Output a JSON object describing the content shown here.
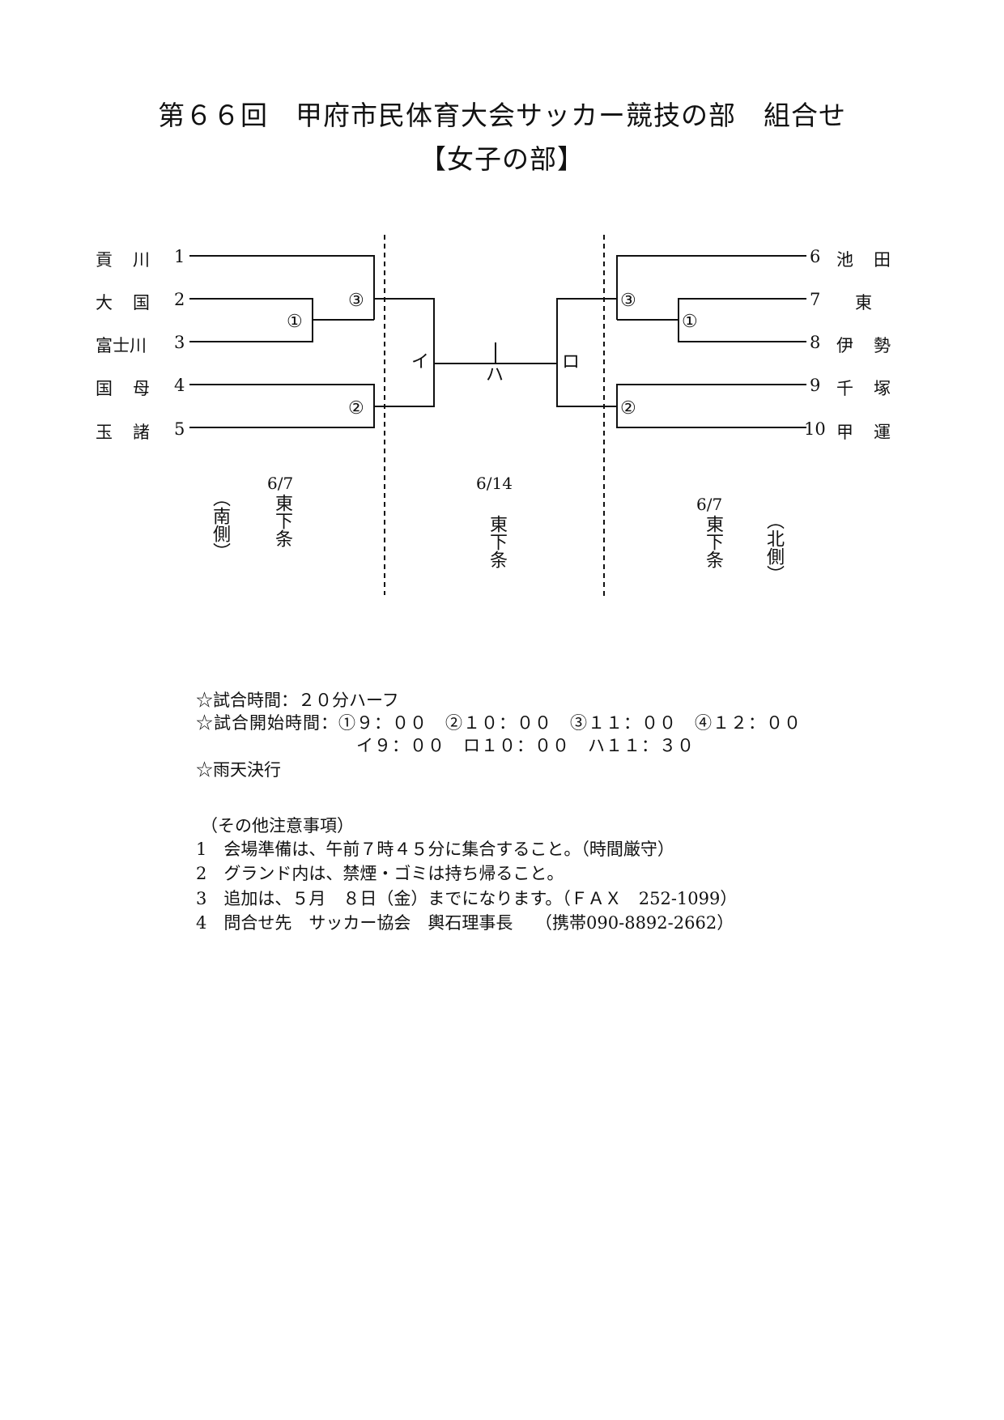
{
  "header": {
    "title": "第６６回　甲府市民体育大会サッカー競技の部　組合せ",
    "subtitle": "【女子の部】"
  },
  "bracket": {
    "left_teams": [
      {
        "name": "貢　川",
        "seed": "1"
      },
      {
        "name": "大　国",
        "seed": "2"
      },
      {
        "name": "富士川",
        "seed": "3"
      },
      {
        "name": "国　母",
        "seed": "4"
      },
      {
        "name": "玉　諸",
        "seed": "5"
      }
    ],
    "right_teams": [
      {
        "seed": "6",
        "name": "池　田"
      },
      {
        "seed": "7",
        "name": "　東"
      },
      {
        "seed": "8",
        "name": "伊　勢"
      },
      {
        "seed": "9",
        "name": "千　塚"
      },
      {
        "seed": "10",
        "name": "甲　運"
      }
    ],
    "match_labels": {
      "m1": "①",
      "m2": "②",
      "m3": "③",
      "i": "イ",
      "ro": "ロ",
      "ha": "ハ"
    },
    "venues": {
      "left_date": "6/7",
      "left_venue": "東下条",
      "left_side": "（南側）",
      "center_date": "6/14",
      "center_venue": "東下条",
      "right_date": "6/7",
      "right_venue": "東下条",
      "right_side": "（北側）"
    }
  },
  "info": {
    "match_time": "☆試合時間：２０分ハーフ",
    "start_times_1": "☆試合開始時間：①９：００　②１０：００　③１１：００　④１２：００",
    "start_times_2": "イ９：００　ロ１０：００　ハ１１：３０",
    "rain": "☆雨天決行"
  },
  "notes": {
    "heading": "（その他注意事項）",
    "items": [
      "1　会場準備は、午前７時４５分に集合すること。（時間厳守）",
      "2　グランド内は、禁煙・ゴミは持ち帰ること。",
      "3　追加は、５月　８日（金）までになります。（ＦＡＸ　252-1099）",
      "4　問合せ先　サッカー協会　輿石理事長　 （携帯090-8892-2662）"
    ]
  }
}
